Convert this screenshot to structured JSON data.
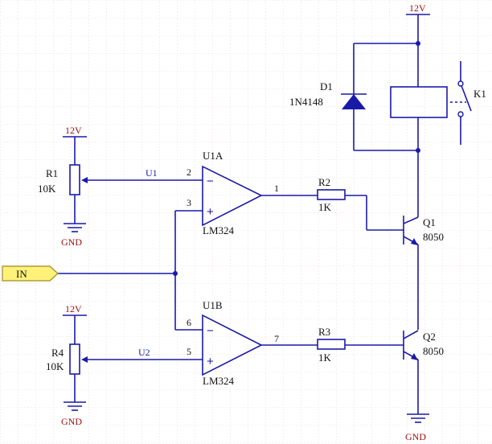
{
  "power": {
    "vcc": "12V",
    "gnd": "GND"
  },
  "port": {
    "label": "IN"
  },
  "diode": {
    "ref": "D1",
    "value": "1N4148"
  },
  "relay": {
    "ref": "K1"
  },
  "pot1": {
    "ref": "R1",
    "value": "10K"
  },
  "pot2": {
    "ref": "R4",
    "value": "10K"
  },
  "opamp1": {
    "ref": "U1A",
    "part": "LM324",
    "pin_inv": "2",
    "pin_noninv": "3",
    "pin_out": "1"
  },
  "opamp2": {
    "ref": "U1B",
    "part": "LM324",
    "pin_inv": "6",
    "pin_noninv": "5",
    "pin_out": "7"
  },
  "nets": {
    "u1": "U1",
    "u2": "U2"
  },
  "r2": {
    "ref": "R2",
    "value": "1K"
  },
  "r3": {
    "ref": "R3",
    "value": "1K"
  },
  "q1": {
    "ref": "Q1",
    "part": "8050"
  },
  "q2": {
    "ref": "Q2",
    "part": "8050"
  },
  "symbols": {
    "minus": "−",
    "plus": "+"
  },
  "colors": {
    "wire": "#1a1aa8",
    "power_label": "#a01010",
    "port_fill": "#fff27a",
    "grid": "#e6c8c8"
  }
}
